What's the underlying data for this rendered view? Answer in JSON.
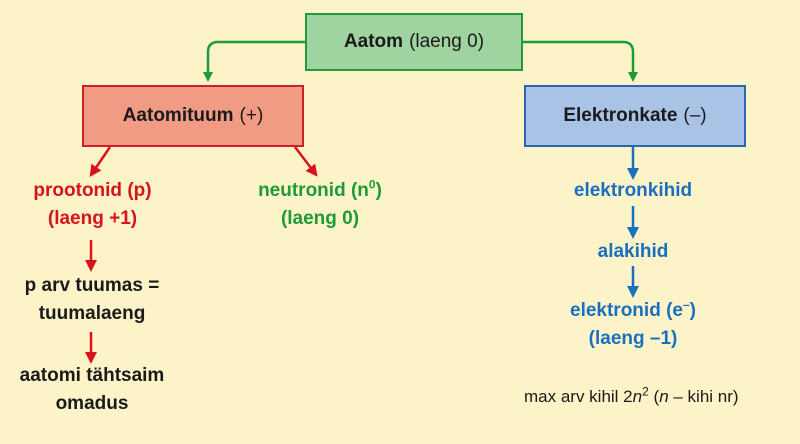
{
  "atom": {
    "name": "Aatom",
    "charge": "(laeng 0)"
  },
  "nucleus": {
    "name": "Aatomituum",
    "charge": "(+)"
  },
  "shell": {
    "name": "Elektronkate",
    "charge": "(–)"
  },
  "protons": {
    "line1": "prootonid (p)",
    "line2": "(laeng +1)"
  },
  "neutrons": {
    "line1_prefix": "neutronid (n",
    "line1_sup": "0",
    "line1_suffix": ")",
    "line2": "(laeng 0)"
  },
  "proton_count": {
    "line1": "p arv tuumas =",
    "line2": "tuumalaeng"
  },
  "atom_property": {
    "line1": "aatomi tähtsaim",
    "line2": "omadus"
  },
  "electron_shells": {
    "label": "elektronkihid"
  },
  "subshells": {
    "label": "alakihid"
  },
  "electrons": {
    "line1_prefix": "elektronid (e",
    "line1_sup": "–",
    "line1_suffix": ")",
    "line2": "(laeng –1)"
  },
  "note": {
    "prefix": "max arv kihil 2",
    "var1": "n",
    "sup": "2",
    "paren_open": " (",
    "var2": "n",
    "suffix": " – kihi nr)"
  },
  "colors": {
    "background": "#fdf3c9",
    "green": "#1e9a36",
    "red": "#d7141c",
    "blue": "#1a6fbf"
  }
}
